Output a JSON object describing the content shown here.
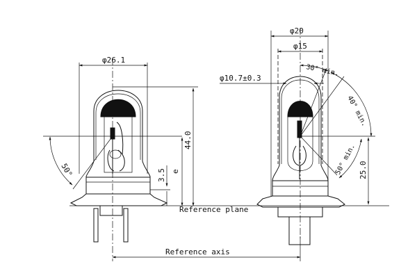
{
  "labels": {
    "dia_bulb": "φ26.1",
    "len_44": "44.0",
    "dim_e": "e",
    "dim_35": "3.5",
    "ang_50_left": "50°",
    "ref_plane": "Reference plane",
    "ref_axis": "Reference axis",
    "dia_20": "φ20",
    "dia_15": "φ15",
    "dia_107": "φ10.7±0.3",
    "ang_30": "30° min.",
    "ang_40": "40° min.",
    "ang_50_right": "50° min.",
    "len_25": "25.0"
  }
}
